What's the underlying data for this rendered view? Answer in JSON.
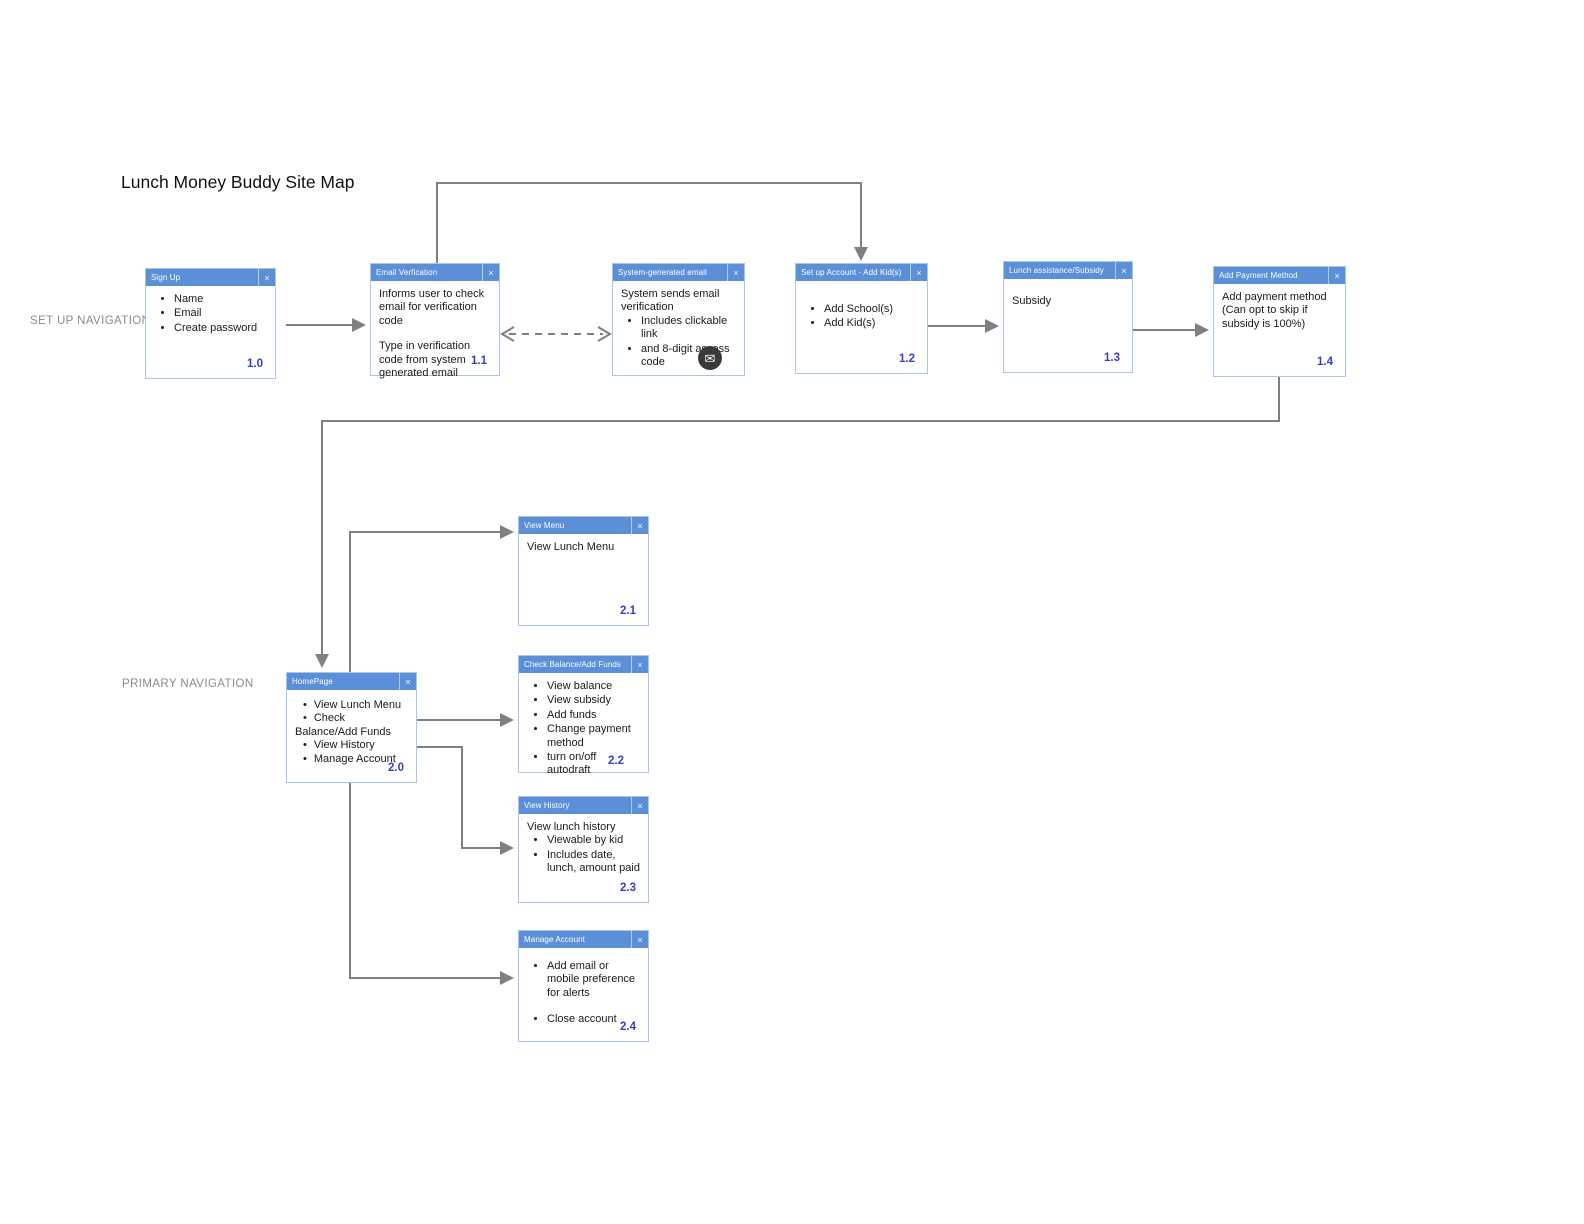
{
  "title": "Lunch Money Buddy Site Map",
  "labels": {
    "setup": "SET UP NAVIGATION",
    "primary": "PRIMARY NAVIGATION"
  },
  "ui": {
    "close_glyph": "×"
  },
  "icons": {
    "envelope": "✉"
  },
  "colors": {
    "header_blue": "#5b8fd7",
    "box_border": "#a9c6e8",
    "number_blue": "#3540c4",
    "connector_gray": "#7f7f7f",
    "envelope_badge_bg": "#3a3a3a"
  },
  "boxes": {
    "signup": {
      "title": "Sign Up",
      "bullets": [
        "Name",
        "Email",
        "Create password"
      ],
      "number": "1.0"
    },
    "email_verification": {
      "title": "Email Verfication",
      "paragraphs": [
        "Informs user to check email for verification code",
        "Type in verification code from system generated email"
      ],
      "number": "1.1"
    },
    "system_email": {
      "title": "System-generated email",
      "lead": "System sends email verification",
      "bullets": [
        "Includes clickable link",
        "and 8-digit access code"
      ]
    },
    "setup_account": {
      "title": "Set up Account - Add Kid(s)",
      "bullets": [
        "Add School(s)",
        "Add Kid(s)"
      ],
      "number": "1.2"
    },
    "lunch_subsidy": {
      "title": "Lunch assistance/Subsidy",
      "lead": "Subsidy",
      "number": "1.3"
    },
    "add_payment": {
      "title": "Add Payment Method",
      "lead": "Add payment method (Can opt to skip if subsidy is 100%)",
      "number": "1.4"
    },
    "view_menu": {
      "title": "View Menu",
      "lead": "View Lunch Menu",
      "number": "2.1"
    },
    "homepage": {
      "title": "HomePage",
      "bullets": [
        "View Lunch Menu",
        "Check Balance/Add Funds",
        "View History",
        "Manage Account"
      ],
      "number": "2.0"
    },
    "check_balance": {
      "title": "Check Balance/Add Funds",
      "bullets": [
        "View balance",
        "View subsidy",
        "Add funds",
        "Change payment method",
        "turn on/off autodraft"
      ],
      "number": "2.2"
    },
    "view_history": {
      "title": "View History",
      "lead": "View lunch history",
      "bullets": [
        "Viewable by kid",
        "Includes date, lunch, amount paid"
      ],
      "number": "2.3"
    },
    "manage_account": {
      "title": "Manage Account",
      "bullets": [
        "Add email or mobile preference for alerts",
        "Close account"
      ],
      "number": "2.4"
    }
  }
}
